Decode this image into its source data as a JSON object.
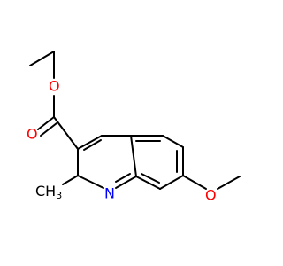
{
  "molecule": {
    "atoms": [
      {
        "id": "ester-O",
        "text": "O",
        "color": "#ff0000"
      },
      {
        "id": "carbonyl-O",
        "text": "O",
        "color": "#ff0000"
      },
      {
        "id": "ring-N",
        "text": "N",
        "color": "#0000ff"
      },
      {
        "id": "methoxy-O",
        "text": "O",
        "color": "#ff0000"
      },
      {
        "id": "methyl-C",
        "text": "CH",
        "subscript": "3",
        "color": "#000000"
      }
    ]
  }
}
